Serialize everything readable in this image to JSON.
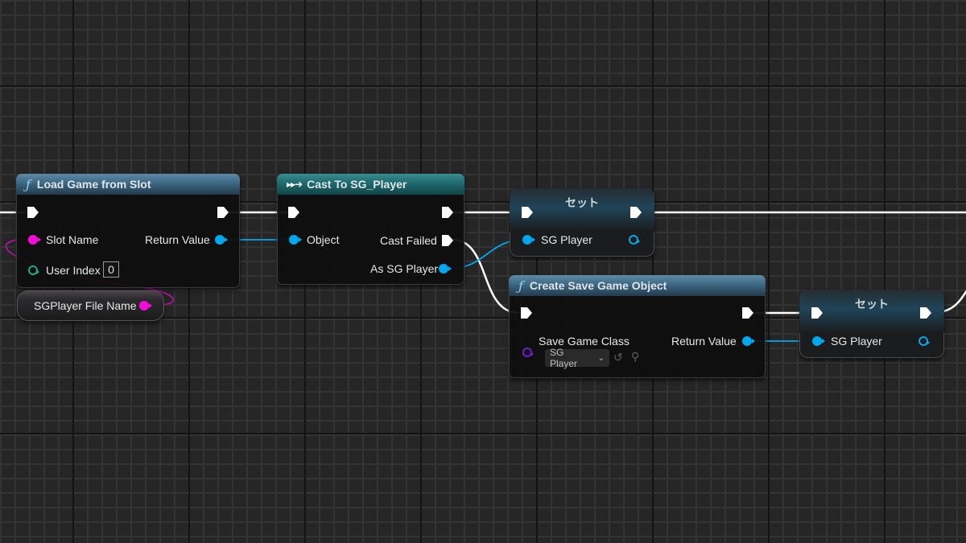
{
  "graph": {
    "nodes": {
      "load_game": {
        "title": "Load Game from Slot",
        "icon": "function-icon",
        "icon_glyph": "ƒ",
        "inputs": {
          "slot_name": "Slot Name",
          "user_index": "User Index",
          "user_index_value": "0"
        },
        "outputs": {
          "return_value": "Return Value"
        }
      },
      "var_get": {
        "label": "SGPlayer File Name"
      },
      "cast": {
        "title": "Cast To SG_Player",
        "icon": "cast-icon",
        "icon_glyph": "▸▸➔",
        "inputs": {
          "object": "Object"
        },
        "outputs": {
          "cast_failed": "Cast Failed",
          "as_player": "As SG Player"
        }
      },
      "set_top": {
        "title": "セット",
        "pin_label": "SG Player"
      },
      "create_save": {
        "title": "Create Save Game Object",
        "icon": "function-icon",
        "icon_glyph": "ƒ",
        "inputs": {
          "save_game_class": "Save Game Class",
          "class_value": "SG Player"
        },
        "outputs": {
          "return_value": "Return Value"
        }
      },
      "set_bottom": {
        "title": "セット",
        "pin_label": "SG Player"
      }
    },
    "colors": {
      "exec_wire": "#ffffff",
      "object_wire": "#00a8f0",
      "string_wire": "#f20cd8",
      "function_header": "#3d6782",
      "cast_header": "#1f6a6e",
      "background": "#262626"
    }
  }
}
